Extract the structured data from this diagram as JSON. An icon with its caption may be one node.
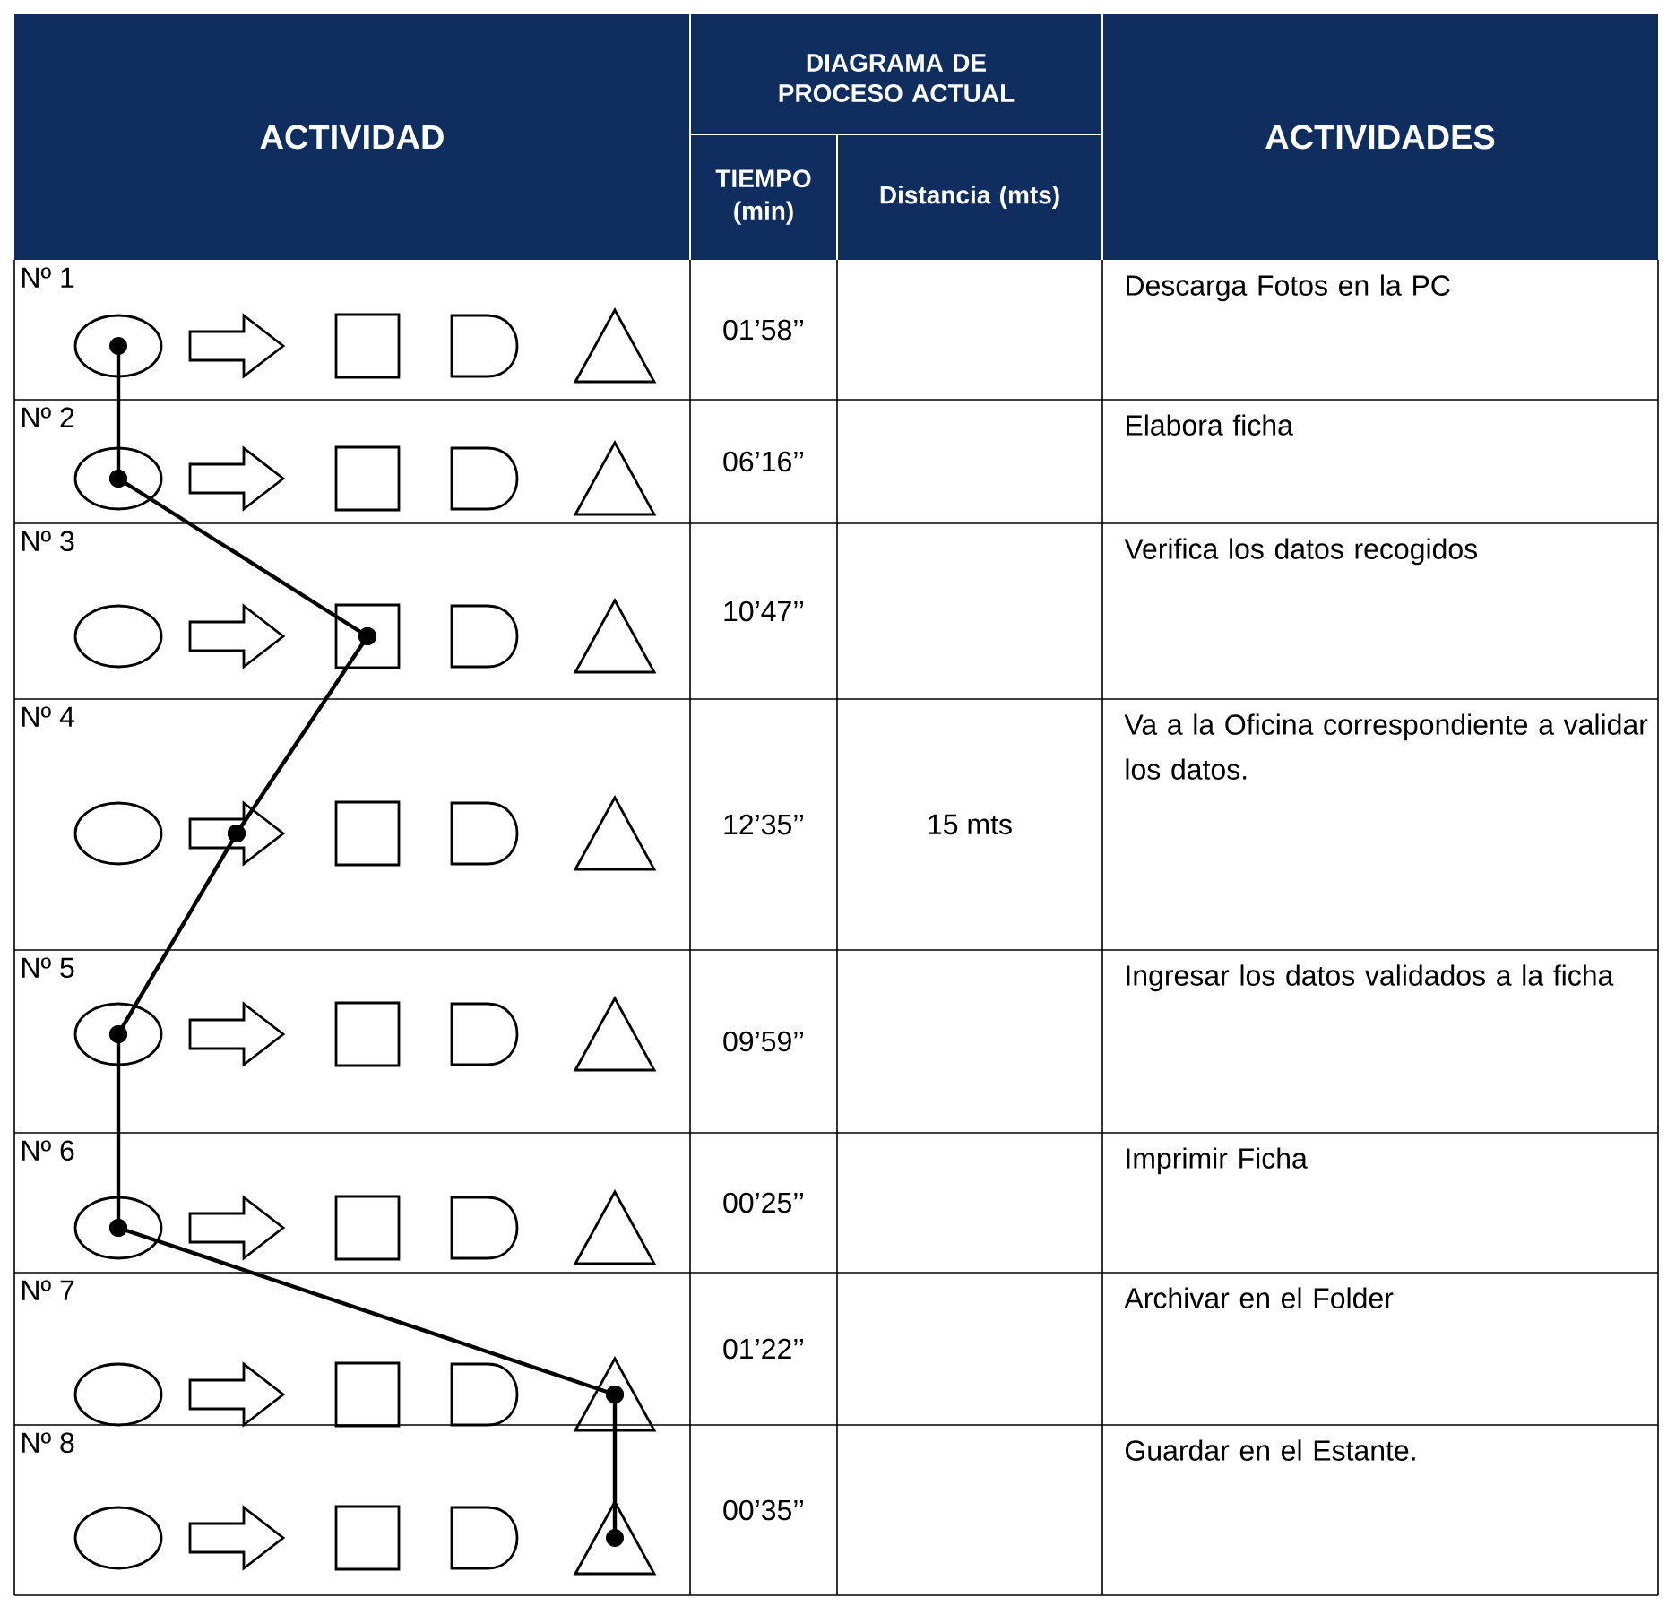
{
  "diagram": {
    "nodes": [
      {
        "text": [],
        "shape": "circle"
      },
      {
        "text": [],
        "shape": "arrow"
      },
      {
        "text": [],
        "shape": "box"
      },
      {
        "text": [],
        "shape": "delay"
      },
      {
        "text": [],
        "shape": "triangle"
      },
      {
        "text": [],
        "shape": "circle"
      },
      {
        "text": [],
        "shape": "arrow"
      },
      {
        "text": [],
        "shape": "box"
      },
      {
        "text": [],
        "shape": "delay"
      },
      {
        "text": [],
        "shape": "triangle"
      },
      {
        "text": [],
        "shape": "circle"
      },
      {
        "text": [],
        "shape": "arrow"
      },
      {
        "text": [],
        "shape": "box"
      },
      {
        "text": [],
        "shape": "delay"
      },
      {
        "text": [],
        "shape": "triangle"
      },
      {
        "text": [],
        "shape": "circle"
      },
      {
        "text": [],
        "shape": "arrow"
      },
      {
        "text": [],
        "shape": "box"
      },
      {
        "text": [],
        "shape": "delay"
      },
      {
        "text": [],
        "shape": "triangle"
      },
      {
        "text": [],
        "shape": "circle"
      },
      {
        "text": [],
        "shape": "arrow"
      },
      {
        "text": [],
        "shape": "box"
      },
      {
        "text": [],
        "shape": "delay"
      },
      {
        "text": [],
        "shape": "triangle"
      },
      {
        "text": [],
        "shape": "circle"
      },
      {
        "text": [],
        "shape": "arrow"
      },
      {
        "text": [],
        "shape": "box"
      },
      {
        "text": [],
        "shape": "delay"
      },
      {
        "text": [],
        "shape": "triangle"
      },
      {
        "text": [],
        "shape": "circle"
      },
      {
        "text": [],
        "shape": "arrow"
      },
      {
        "text": [],
        "shape": "box"
      },
      {
        "text": [],
        "shape": "delay"
      },
      {
        "text": [],
        "shape": "triangle"
      },
      {
        "text": [],
        "shape": "circle"
      },
      {
        "text": [],
        "shape": "arrow"
      },
      {
        "text": [],
        "shape": "box"
      },
      {
        "text": [],
        "shape": "delay"
      },
      {
        "text": [],
        "shape": "triangle"
      }
    ],
    "edges": [
      {
        "from": 0,
        "to": 5,
        "arrow": "other"
      },
      {
        "from": 5,
        "to": 12,
        "arrow": "other"
      },
      {
        "from": 12,
        "to": 16,
        "arrow": "other"
      },
      {
        "from": 16,
        "to": 20,
        "arrow": "other"
      },
      {
        "from": 20,
        "to": 25,
        "arrow": "other"
      },
      {
        "from": 25,
        "to": 34,
        "arrow": "other"
      },
      {
        "from": 34,
        "to": 39,
        "arrow": "other"
      }
    ],
    "labels": [
      "ACTIVIDAD",
      "DIAGRAMA DE PROCESO ACTUAL",
      "ACTIVIDADES",
      "TIEMPO (min)",
      "Distancia (mts)",
      "Nº 1",
      "01’58’’",
      "Descarga Fotos en la PC",
      "Nº 2",
      "06’16’’",
      "Elabora ficha",
      "Nº 3",
      "10’47’’",
      "Verifica los datos recogidos",
      "Nº 4",
      "12’35’’",
      "15 mts",
      "Va a la Oficina correspondiente a validar los datos.",
      "Nº 5",
      "09’59’’",
      "Ingresar los datos validados a la ficha",
      "Nº 6",
      "00’25’’",
      "Imprimir Ficha",
      "Nº 7",
      "01’22’’",
      "Archivar en el Folder",
      "Nº 8",
      "00’35’’",
      "Guardar en el Estante."
    ]
  }
}
